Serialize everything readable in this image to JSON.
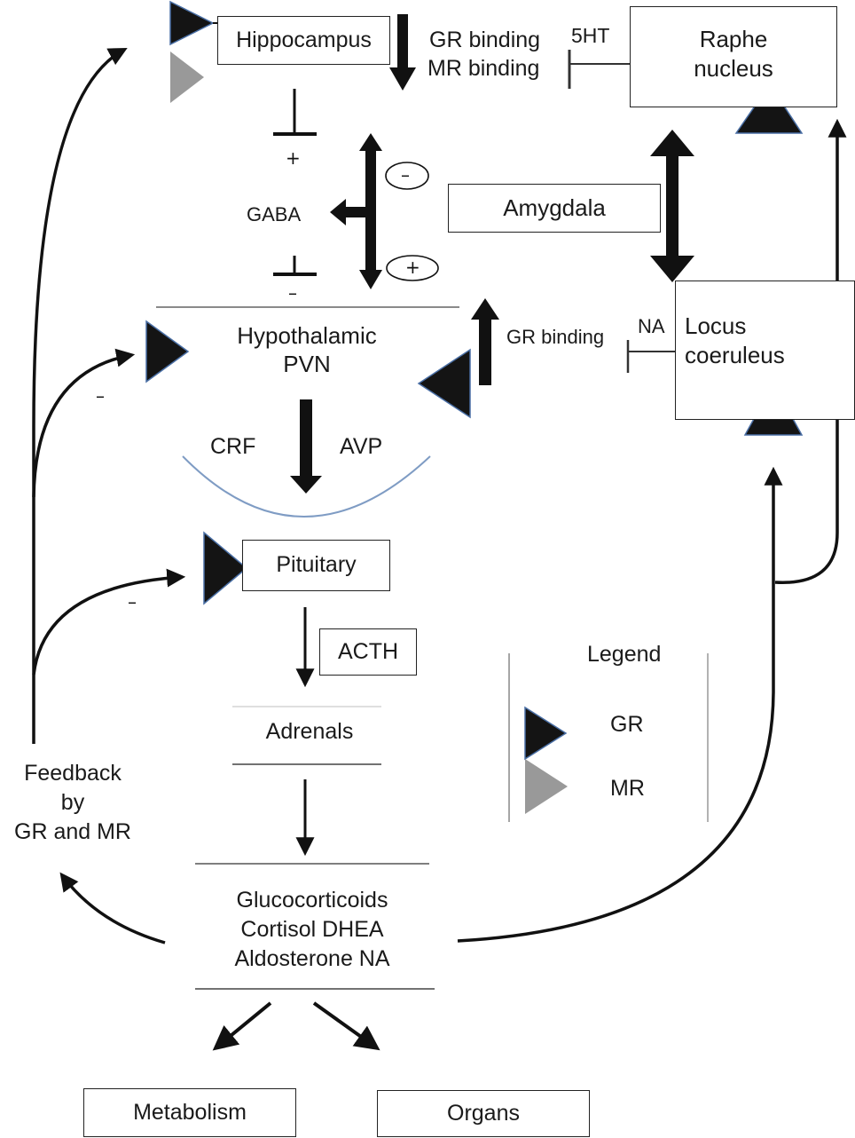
{
  "nodes": {
    "hippocampus": "Hippocampus",
    "raphe_line1": "Raphe",
    "raphe_line2": "nucleus",
    "amygdala": "Amygdala",
    "locus_line1": "Locus",
    "locus_line2": "coeruleus",
    "hypothalamic_line1": "Hypothalamic",
    "hypothalamic_line2": "PVN",
    "pituitary": "Pituitary",
    "acth": "ACTH",
    "adrenals": "Adrenals",
    "gluco_line1": "Glucocorticoids",
    "gluco_line2": "Cortisol  DHEA",
    "gluco_line3": "Aldosterone  NA",
    "metabolism": "Metabolism",
    "organs": "Organs"
  },
  "labels": {
    "gr_binding_top": "GR binding",
    "mr_binding_top": "MR binding",
    "five_ht": "5HT",
    "gaba": "GABA",
    "plus_top": "+",
    "minus_bottom": "–",
    "minus_circle": "–",
    "plus_circle": "+",
    "gr_binding_mid": "GR binding",
    "na": "NA",
    "crf": "CRF",
    "avp": "AVP",
    "feedback_minus_upper": "–",
    "feedback_minus_lower": "–",
    "feedback_line1": "Feedback",
    "feedback_line2": "by",
    "feedback_line3": "GR and MR"
  },
  "legend": {
    "title": "Legend",
    "gr": "GR",
    "mr": "MR"
  },
  "colors": {
    "gr_triangle": "#141414",
    "mr_triangle": "#999999",
    "triangle_edge": "#4a6fa5",
    "pvn_arc": "#7f9cc4",
    "arrow": "#111111"
  }
}
